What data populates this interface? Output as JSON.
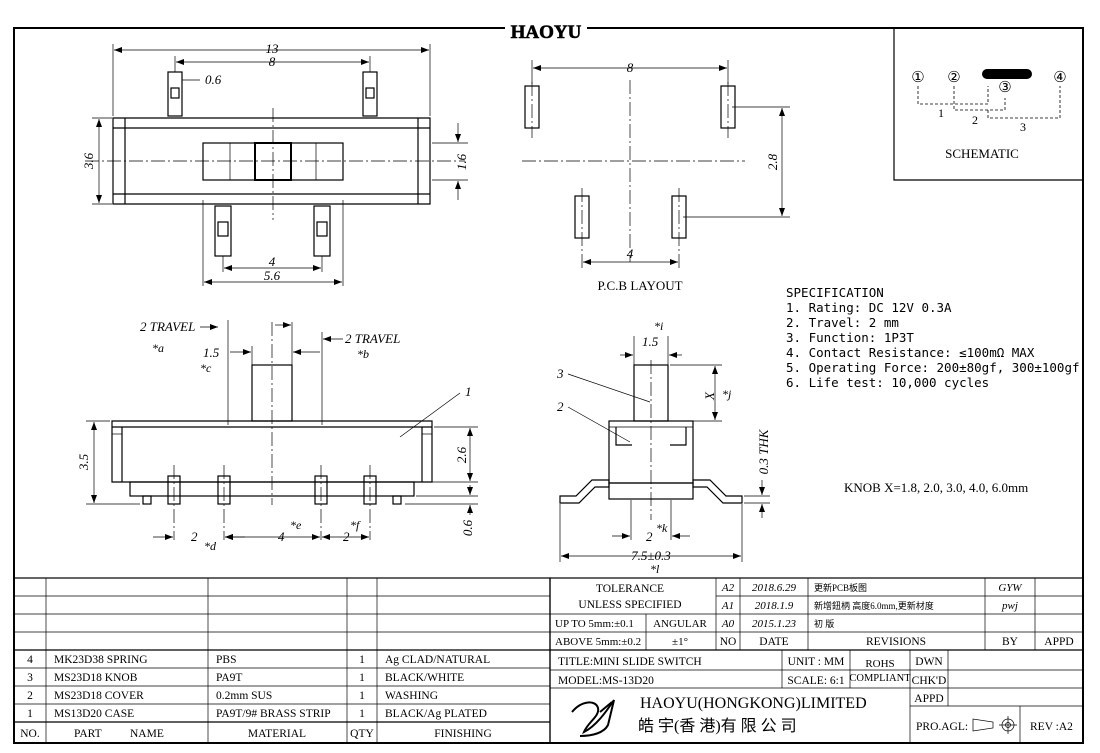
{
  "header": {
    "brand": "HAOYU"
  },
  "top_view": {
    "dim_13": "13",
    "dim_8": "8",
    "dim_06": "0.6",
    "dim_36": "3.6",
    "dim_16": "1.6",
    "dim_4": "4",
    "dim_56": "5.6"
  },
  "pcb": {
    "dim_8": "8",
    "dim_28": "2.8",
    "dim_4": "4",
    "title": "P.C.B LAYOUT"
  },
  "schematic": {
    "p1": "①",
    "p2": "②",
    "p3": "③",
    "p4": "④",
    "l1": "1",
    "l2": "2",
    "l3": "3",
    "title": "SCHEMATIC"
  },
  "front_view": {
    "travel_left": "2 TRAVEL",
    "travel_right": "2 TRAVEL",
    "note_a": "*a",
    "note_b": "*b",
    "note_c": "*c",
    "dim_15": "1.5",
    "callout_1": "1",
    "dim_35": "3.5",
    "dim_26": "2.6",
    "dim_06": "0.6",
    "dim_2l": "2",
    "note_d": "*d",
    "dim_4": "4",
    "note_e": "*e",
    "dim_2r": "2",
    "note_f": "*f"
  },
  "side_view": {
    "note_i": "*i",
    "dim_15": "1.5",
    "callout_3": "3",
    "callout_2": "2",
    "dim_x": "X",
    "note_j": "*j",
    "dim_03": "0.3 THK",
    "dim_2": "2",
    "note_k": "*k",
    "dim_75": "7.5±0.3",
    "note_l": "*l"
  },
  "specification": {
    "title": "SPECIFICATION",
    "lines": [
      "1. Rating: DC 12V 0.3A",
      "2. Travel: 2 mm",
      "3. Function: 1P3T",
      "4. Contact Resistance: ≤100mΩ MAX",
      "5. Operating Force: 200±80gf, 300±100gf",
      "6. Life test: 10,000 cycles"
    ],
    "knob": "KNOB X=1.8, 2.0, 3.0, 4.0, 6.0mm"
  },
  "title_block": {
    "tolerance": "TOLERANCE",
    "unless": "UNLESS   SPECIFIED",
    "upto": "UP TO 5mm:±0.1",
    "angular": "ANGULAR",
    "above": "ABOVE 5mm:±0.2",
    "angle_tol": "±1°",
    "revisions": [
      {
        "no": "A2",
        "date": "2018.6.29",
        "desc": "更新PCB板图",
        "by": "GYW"
      },
      {
        "no": "A1",
        "date": "2018.1.9",
        "desc": "新增鈕柄 高度6.0mm,更新材度",
        "by": "pwj"
      },
      {
        "no": "A0",
        "date": "2015.1.23",
        "desc": "初 版",
        "by": ""
      }
    ],
    "h_no": "NO",
    "h_date": "DATE",
    "h_revisions": "REVISIONS",
    "h_by": "BY",
    "h_appd": "APPD",
    "title": "TITLE:MINI SLIDE SWITCH",
    "unit": "UNIT : MM",
    "rohs": "ROHS",
    "compliant": "COMPLIANT",
    "dwn": "DWN",
    "model": "MODEL:MS-13D20",
    "scale": "SCALE: 6:1",
    "chkd": "CHK'D",
    "appd": "APPD",
    "company_en": "HAOYU(HONGKONG)LIMITED",
    "company_cn": "皓 宇(香 港)有 限 公 司",
    "proagl": "PRO.AGL:",
    "rev": "REV :A2"
  },
  "bom": {
    "headers": [
      "NO.",
      "PART",
      "NAME",
      "MATERIAL",
      "QTY",
      "FINISHING"
    ],
    "rows": [
      {
        "no": "4",
        "part": "MK23D38 SPRING",
        "material": "PBS",
        "qty": "1",
        "finishing": "Ag CLAD/NATURAL"
      },
      {
        "no": "3",
        "part": "MS23D18 KNOB",
        "material": "PA9T",
        "qty": "1",
        "finishing": "BLACK/WHITE"
      },
      {
        "no": "2",
        "part": "MS23D18 COVER",
        "material": "0.2mm SUS",
        "qty": "1",
        "finishing": "WASHING"
      },
      {
        "no": "1",
        "part": "MS13D20 CASE",
        "material": "PA9T/9# BRASS STRIP",
        "qty": "1",
        "finishing": "BLACK/Ag PLATED"
      }
    ]
  }
}
